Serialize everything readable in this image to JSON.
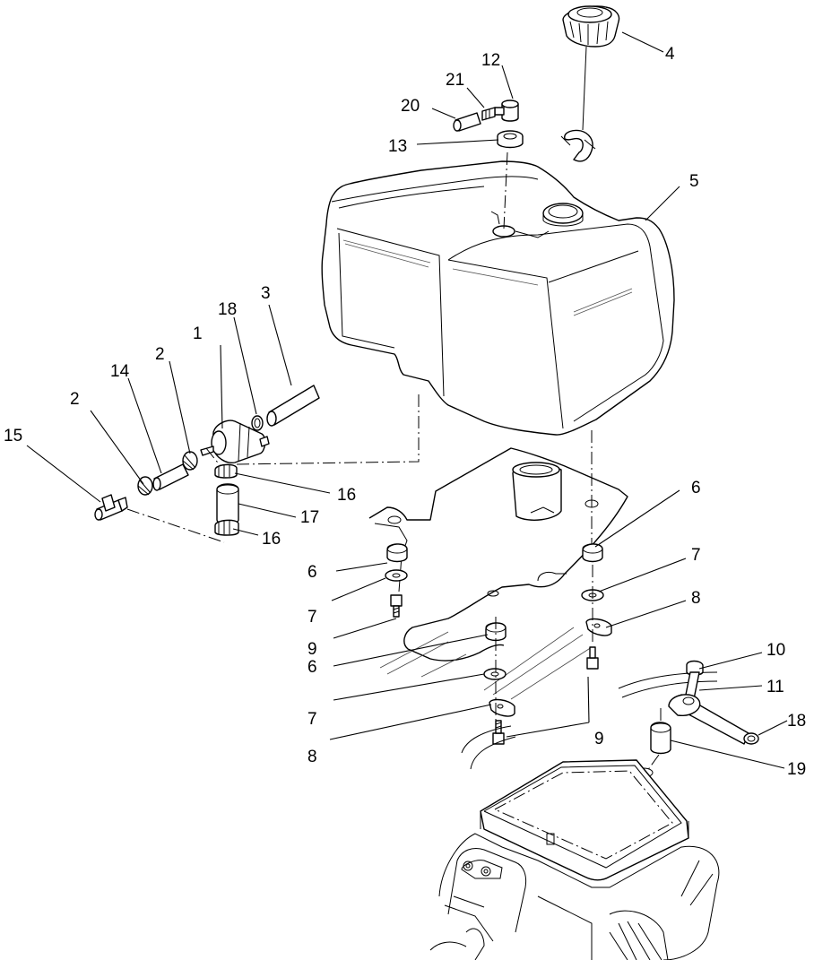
{
  "callouts": [
    {
      "id": "c1",
      "text": "1"
    },
    {
      "id": "c2a",
      "text": "2"
    },
    {
      "id": "c2b",
      "text": "2"
    },
    {
      "id": "c3",
      "text": "3"
    },
    {
      "id": "c4",
      "text": "4"
    },
    {
      "id": "c5",
      "text": "5"
    },
    {
      "id": "c6a",
      "text": "6"
    },
    {
      "id": "c6b",
      "text": "6"
    },
    {
      "id": "c6c",
      "text": "6"
    },
    {
      "id": "c7a",
      "text": "7"
    },
    {
      "id": "c7b",
      "text": "7"
    },
    {
      "id": "c7c",
      "text": "7"
    },
    {
      "id": "c8a",
      "text": "8"
    },
    {
      "id": "c8b",
      "text": "8"
    },
    {
      "id": "c9a",
      "text": "9"
    },
    {
      "id": "c9b",
      "text": "9"
    },
    {
      "id": "c10",
      "text": "10"
    },
    {
      "id": "c11",
      "text": "11"
    },
    {
      "id": "c12",
      "text": "12"
    },
    {
      "id": "c13",
      "text": "13"
    },
    {
      "id": "c14",
      "text": "14"
    },
    {
      "id": "c15",
      "text": "15"
    },
    {
      "id": "c16a",
      "text": "16"
    },
    {
      "id": "c16b",
      "text": "16"
    },
    {
      "id": "c17",
      "text": "17"
    },
    {
      "id": "c18a",
      "text": "18"
    },
    {
      "id": "c18b",
      "text": "18"
    },
    {
      "id": "c19",
      "text": "19"
    },
    {
      "id": "c20",
      "text": "20"
    },
    {
      "id": "c21",
      "text": "21"
    }
  ]
}
